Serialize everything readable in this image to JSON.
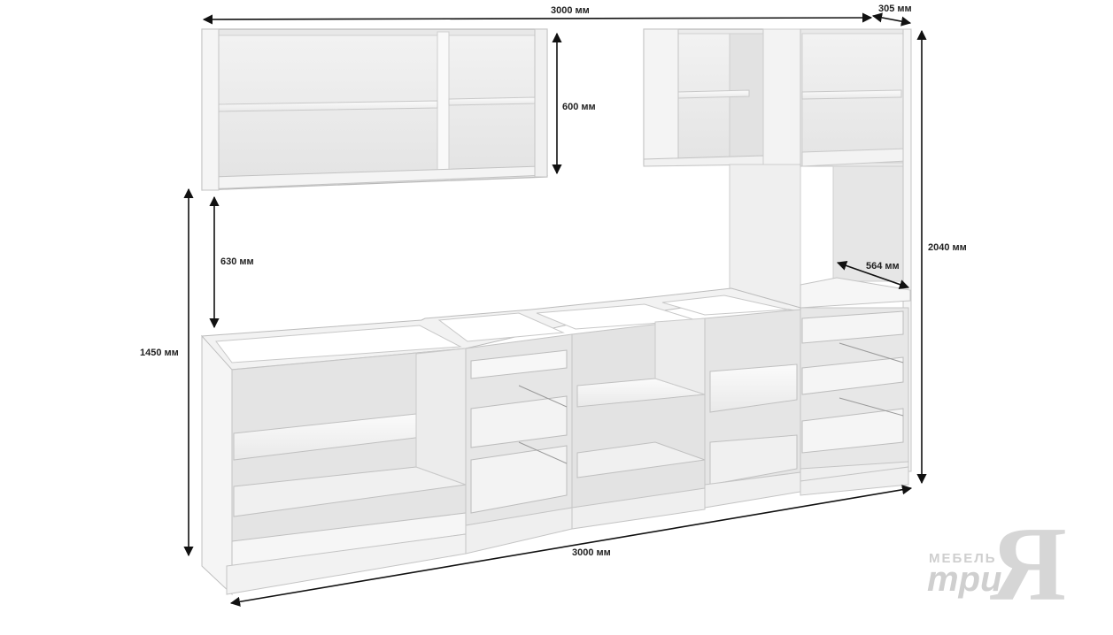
{
  "dimensions": {
    "top_width": "3000 мм",
    "depth_upper": "305 мм",
    "upper_height": "600 мм",
    "gap_height": "630 мм",
    "base_height": "1450 мм",
    "total_height": "2040 мм",
    "depth_base": "564 мм",
    "bottom_width": "3000 мм"
  },
  "logo": {
    "line1": "МЕБЕЛЬ",
    "line2": "три",
    "mark": "Я"
  },
  "colors": {
    "panel_light": "#f7f7f7",
    "panel_mid": "#ececec",
    "panel_dark": "#dcdcdc",
    "arrow": "#111111",
    "logo": "#cfcfcf"
  }
}
